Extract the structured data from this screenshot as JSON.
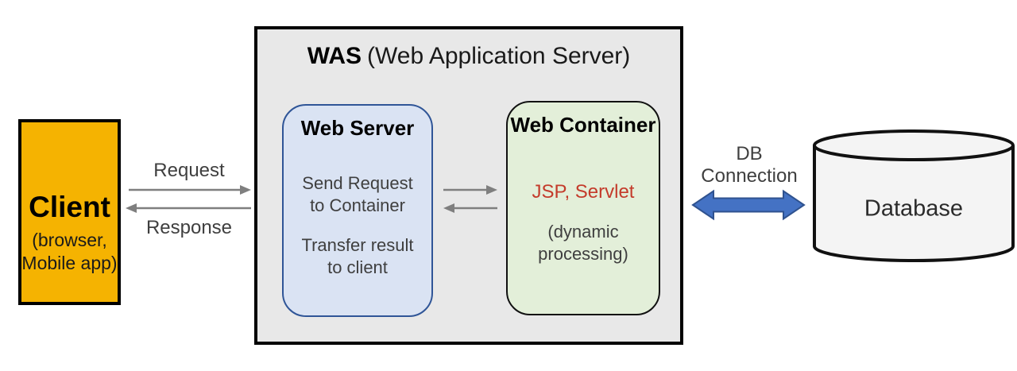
{
  "client": {
    "title": "Client",
    "subtitle_line1": "(browser,",
    "subtitle_line2": "Mobile app)"
  },
  "was": {
    "title_bold": "WAS",
    "title_rest": "(Web Application Server)"
  },
  "web_server": {
    "title": "Web Server",
    "p1_line1": "Send Request",
    "p1_line2": "to Container",
    "p2_line1": "Transfer result",
    "p2_line2": "to client"
  },
  "web_container": {
    "title": "Web Container",
    "highlight": "JSP, Servlet",
    "note_line1": "(dynamic",
    "note_line2": "processing)"
  },
  "flows": {
    "request_label": "Request",
    "response_label": "Response",
    "db_connection_line1": "DB",
    "db_connection_line2": "Connection"
  },
  "database": {
    "label": "Database"
  },
  "colors": {
    "client_fill": "#F5B301",
    "was_fill": "#E8E8E8",
    "web_server_fill": "#DAE3F3",
    "web_server_border": "#2F5597",
    "web_container_fill": "#E3EFD9",
    "highlight_red": "#C43B2B",
    "arrow_gray": "#7F7F7F",
    "db_arrow_fill": "#4472C4",
    "db_arrow_border": "#2F528F",
    "database_fill": "#F4F4F4",
    "border_black": "#000000"
  }
}
